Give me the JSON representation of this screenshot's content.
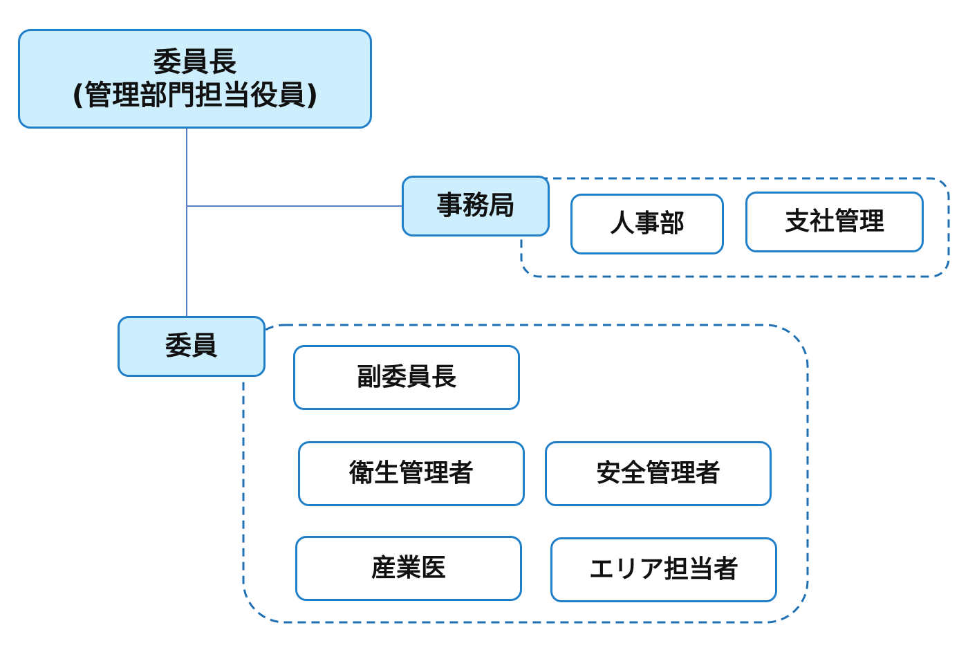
{
  "colors": {
    "box_border": "#1f7fc8",
    "primary_fill": "#cdeefc",
    "member_fill": "#ffffff",
    "connector": "#5b7fc4",
    "group_border": "#1f6fb3"
  },
  "chair": {
    "line1": "委員長",
    "line2": "(管理部門担当役員)"
  },
  "secretariat": {
    "label": "事務局",
    "members": [
      "人事部",
      "支社管理"
    ]
  },
  "committee": {
    "label": "委員",
    "vice_chair": "副委員長",
    "members": [
      "衛生管理者",
      "安全管理者",
      "産業医",
      "エリア担当者"
    ]
  }
}
